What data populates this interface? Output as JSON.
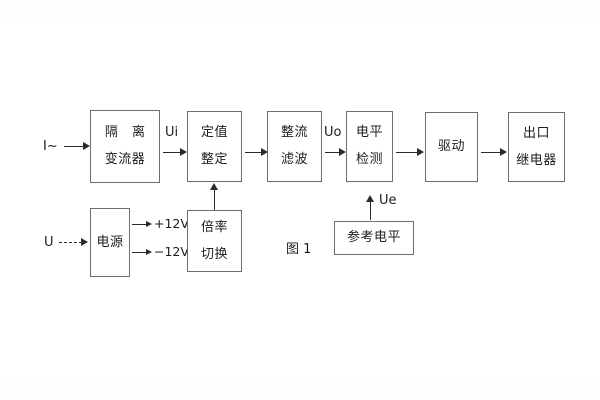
{
  "figure": {
    "caption": "图 1",
    "background": "#ffffff",
    "line_color": "#2b2b2b",
    "box_border_color": "#6e6e6e",
    "text_color": "#1d1d1d"
  },
  "inputs": [
    {
      "id": "current-input",
      "label": "I~"
    },
    {
      "id": "voltage-input",
      "label": "U"
    }
  ],
  "blocks": [
    {
      "id": "isolation-transformer",
      "line1": "隔 离",
      "line2": "变流器"
    },
    {
      "id": "setting-adjust",
      "line1": "定值",
      "line2": "整定"
    },
    {
      "id": "rectify-filter",
      "line1": "整流",
      "line2": "滤波"
    },
    {
      "id": "level-detect",
      "line1": "电平",
      "line2": "检测"
    },
    {
      "id": "driver",
      "line1": "驱动",
      "line2": ""
    },
    {
      "id": "output-relay",
      "line1": "出口",
      "line2": "继电器"
    },
    {
      "id": "power-supply",
      "line1": "电源",
      "line2": ""
    },
    {
      "id": "multiplier-switch",
      "line1": "倍率",
      "line2": "切换"
    },
    {
      "id": "reference-level",
      "line1": "参考电平",
      "line2": ""
    }
  ],
  "signals": [
    {
      "id": "ui",
      "label": "Ui"
    },
    {
      "id": "uo",
      "label": "Uo"
    },
    {
      "id": "ue",
      "label": "Ue"
    }
  ],
  "power_rails": [
    {
      "id": "rail-positive",
      "label": "+12V"
    },
    {
      "id": "rail-negative",
      "label": "−12V"
    }
  ]
}
